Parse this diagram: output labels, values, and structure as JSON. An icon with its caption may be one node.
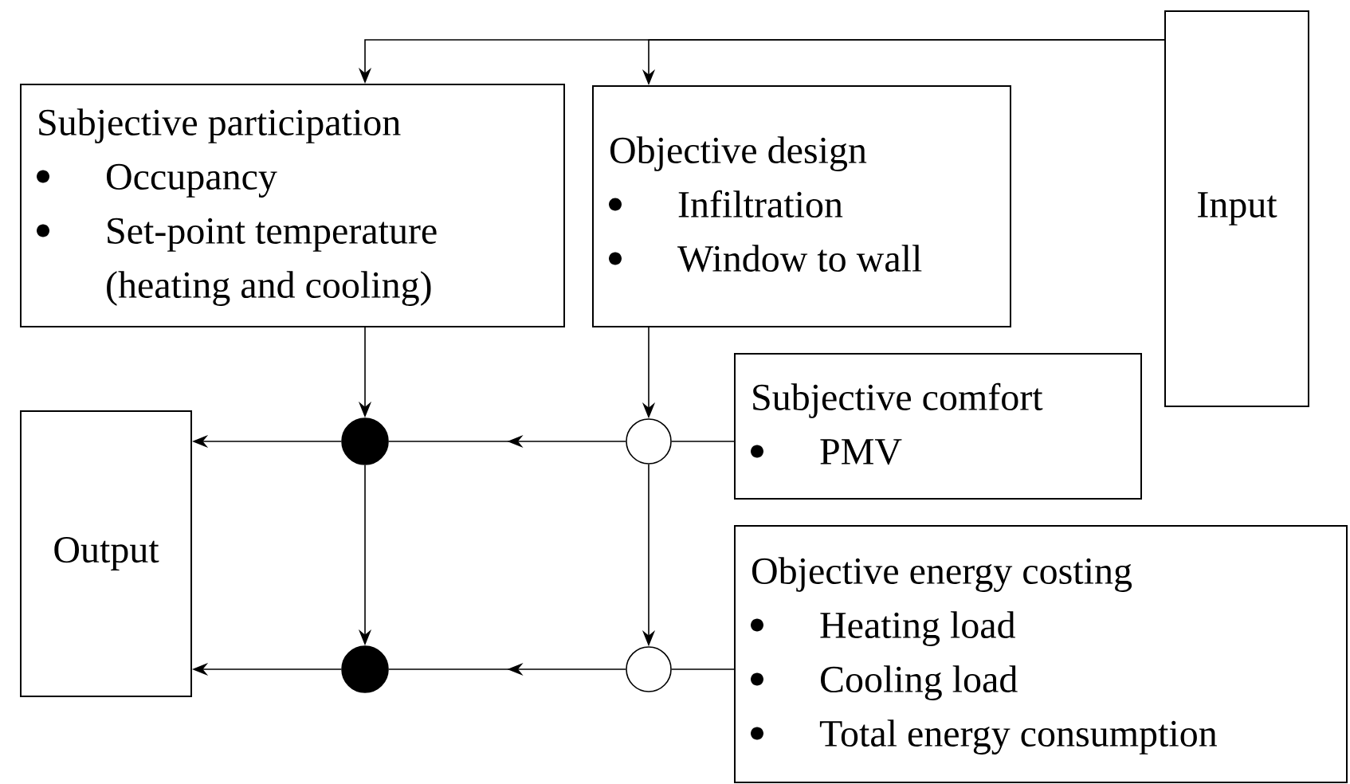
{
  "diagram": {
    "nodes": [
      {
        "text": [
          "Subjective participation",
          "Occupancy",
          "Set-point temperature (heating and cooling)"
        ]
      },
      {
        "text": [
          "Objective design",
          "Infiltration",
          "Window to wall"
        ]
      },
      {
        "text": [
          "Input"
        ]
      },
      {
        "text": [
          "Subjective comfort",
          "PMV"
        ]
      },
      {
        "text": [
          "Output"
        ]
      },
      {
        "text": [
          "Objective energy costing",
          "Heating load",
          "Cooling load",
          "Total energy consumption"
        ]
      },
      {
        "text": [],
        "shape": "circle"
      },
      {
        "text": [],
        "shape": "circle"
      },
      {
        "text": [],
        "shape": "circle"
      },
      {
        "text": [],
        "shape": "circle"
      }
    ],
    "edges": [
      {
        "from": 2,
        "to": 0,
        "arrow": "to"
      },
      {
        "from": 2,
        "to": 1,
        "arrow": "to"
      },
      {
        "from": 0,
        "to": 6,
        "arrow": "to"
      },
      {
        "from": 1,
        "to": 7,
        "arrow": "to"
      },
      {
        "from": 3,
        "to": 7,
        "arrow": "none"
      },
      {
        "from": 7,
        "to": 6,
        "arrow": "to"
      },
      {
        "from": 6,
        "to": 4,
        "arrow": "to"
      },
      {
        "from": 6,
        "to": 8,
        "arrow": "to"
      },
      {
        "from": 7,
        "to": 9,
        "arrow": "to"
      },
      {
        "from": 5,
        "to": 9,
        "arrow": "none"
      },
      {
        "from": 9,
        "to": 8,
        "arrow": "to"
      },
      {
        "from": 8,
        "to": 4,
        "arrow": "to"
      }
    ]
  }
}
